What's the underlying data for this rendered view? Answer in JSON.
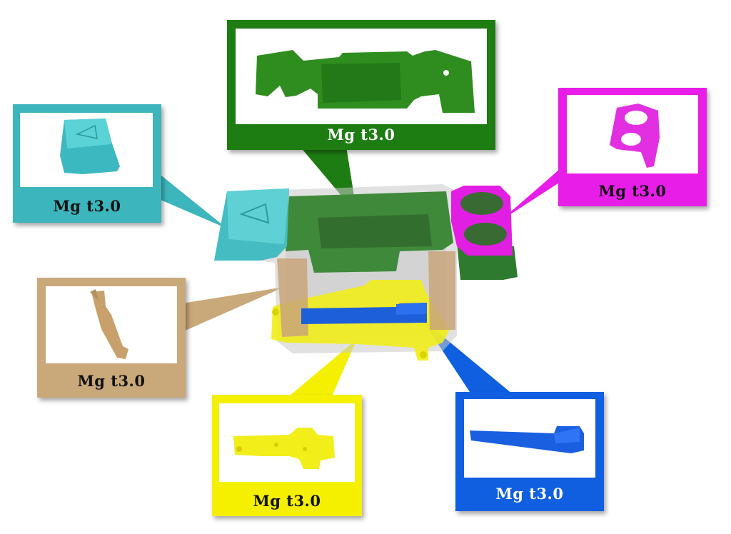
{
  "parts": [
    {
      "id": "cover",
      "label": "Mg t3.0",
      "color": "#1e7d12",
      "label_color": "#ffffff",
      "icon": "green-panel"
    },
    {
      "id": "side-box",
      "label": "Mg t3.0",
      "color": "#3db5bc",
      "label_color": "#111111",
      "icon": "cyan-box"
    },
    {
      "id": "cup-holder",
      "label": "Mg t3.0",
      "color": "#e81ee8",
      "label_color": "#111111",
      "icon": "magenta-holder"
    },
    {
      "id": "bracket",
      "label": "Mg t3.0",
      "color": "#c9a87a",
      "label_color": "#111111",
      "icon": "tan-bracket"
    },
    {
      "id": "base-plate",
      "label": "Mg t3.0",
      "color": "#f4f000",
      "label_color": "#111111",
      "icon": "yellow-plate"
    },
    {
      "id": "rail",
      "label": "Mg t3.0",
      "color": "#0f5fe0",
      "label_color": "#ffffff",
      "icon": "blue-rail"
    }
  ]
}
